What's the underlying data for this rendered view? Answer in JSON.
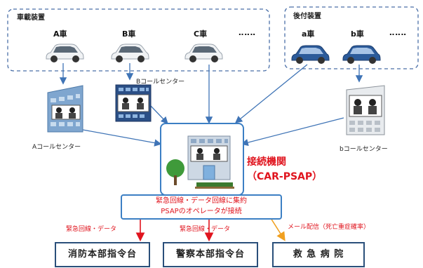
{
  "groups": {
    "onboard": "車載装置",
    "retrofit": "後付装置"
  },
  "cars": {
    "a_upper": "A車",
    "b_upper": "B車",
    "c_upper": "C車",
    "a_lower": "a車",
    "b_lower": "b車",
    "ellipsis1": "‥‥‥",
    "ellipsis2": "‥‥‥"
  },
  "centers": {
    "a": "Aコールセンター",
    "b": "Bコールセンター",
    "b_lower": "bコールセンター"
  },
  "hub": {
    "line1": "接続機関",
    "line2": "（CAR-PSAP）"
  },
  "emergency": {
    "line1": "緊急回線・データ回線に集約",
    "line2": "PSAPのオペレータが接続"
  },
  "flows": {
    "to_fire": "緊急回線・データ",
    "to_police": "緊急回線・データ",
    "to_hospital": "メール配信（死亡重症確率）"
  },
  "destinations": {
    "fire": "消防本部指令台",
    "police": "警察本部指令台",
    "hospital": "救 急 病 院"
  },
  "colors": {
    "arrow_blue": "#3f74b6",
    "arrow_red": "#e0141e",
    "arrow_orange": "#f0a020",
    "dash_border": "#4a6fa8",
    "dest_border": "#2a4f7a"
  }
}
